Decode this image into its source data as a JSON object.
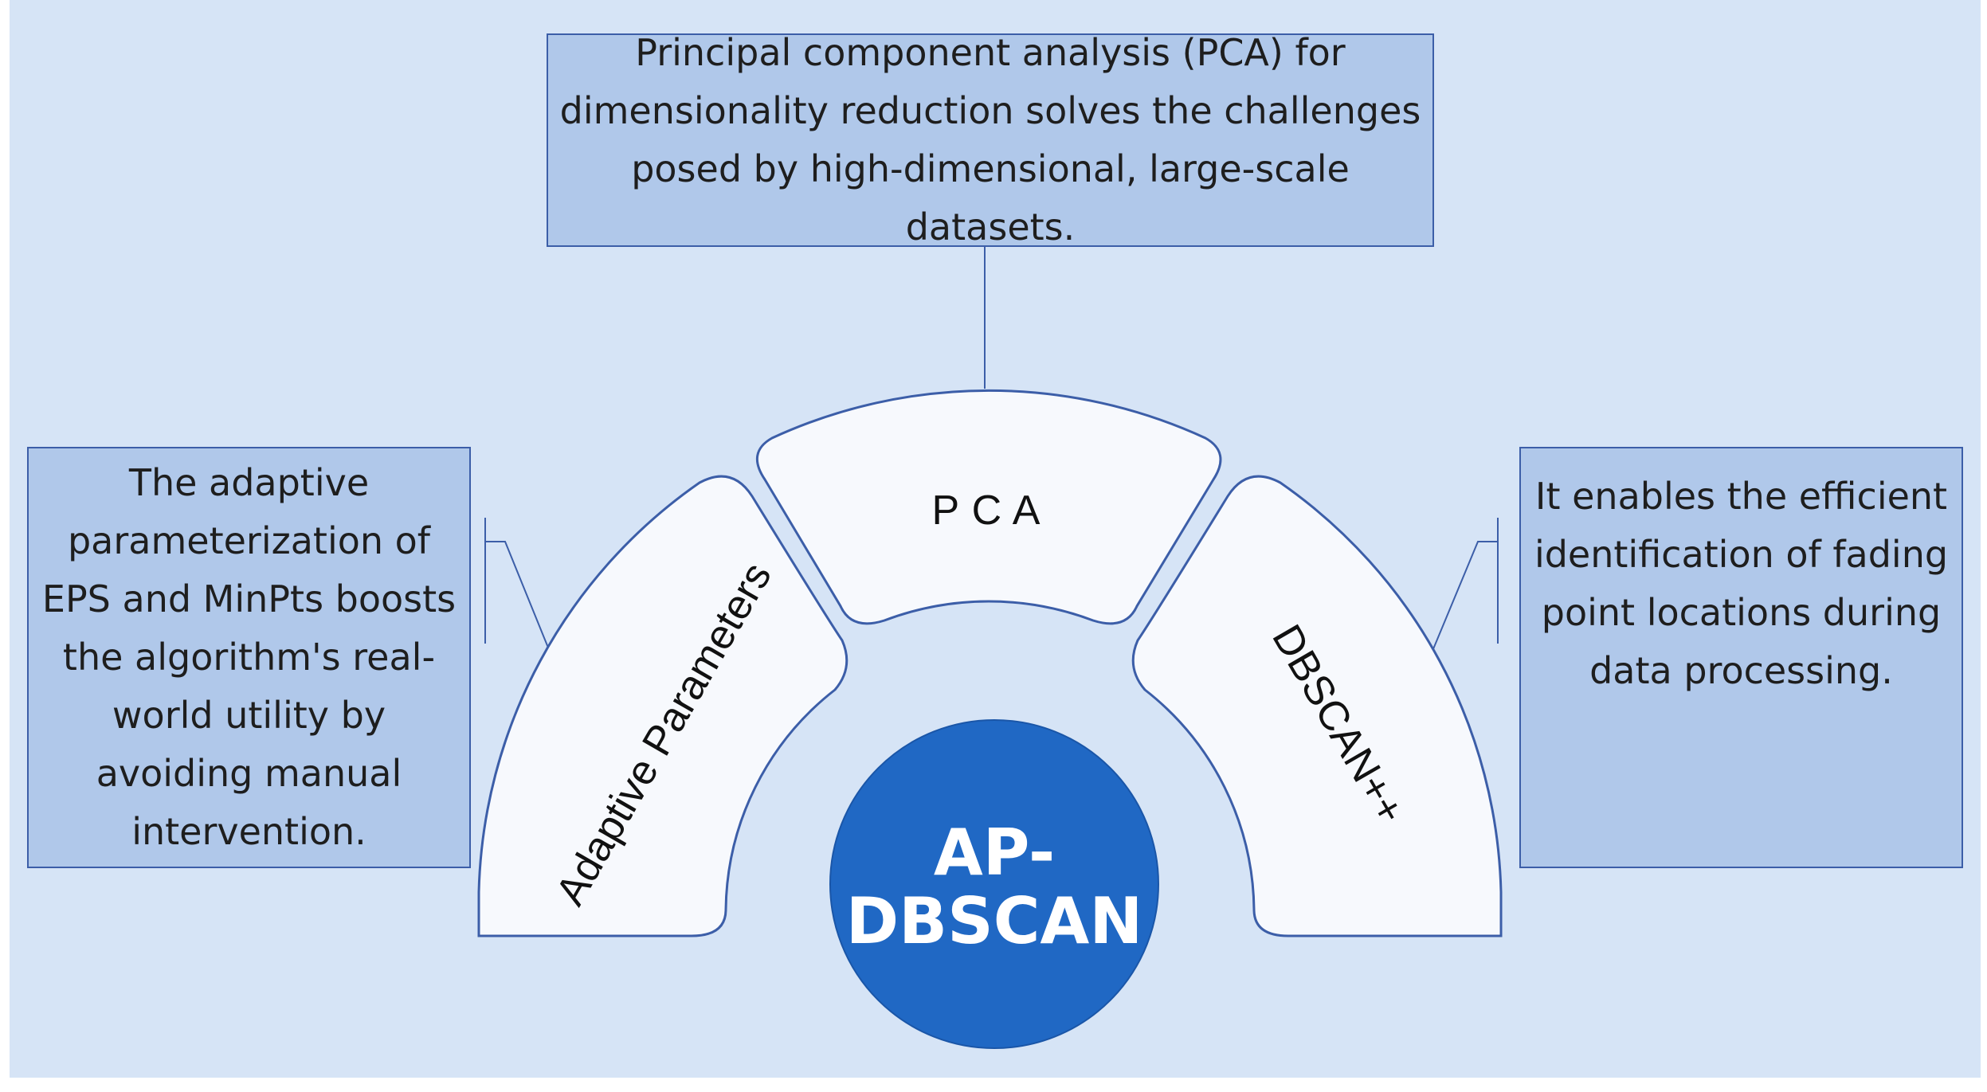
{
  "center": {
    "label_line1": "AP-",
    "label_line2": "DBSCAN",
    "color": "#2068c4"
  },
  "segments": {
    "left": {
      "label": "Adaptive Parameters"
    },
    "middle": {
      "label": "P C A"
    },
    "right": {
      "label": "DBSCAN++"
    }
  },
  "notes": {
    "top": "Principal component analysis (PCA) for\ndimensionality reduction solves the challenges\nposed by high-dimensional, large-scale datasets.",
    "left": "The adaptive\nparameterization of\nEPS and MinPts boosts\nthe algorithm's real-\nworld utility by\navoiding manual\nintervention.",
    "right": "It enables the efficient\nidentification of fading\npoint locations during\ndata processing."
  },
  "colors": {
    "background": "#d6e4f6",
    "note_fill": "#b0c8ea",
    "border": "#3c5ea8",
    "segment_fill": "#f7f9fd"
  }
}
